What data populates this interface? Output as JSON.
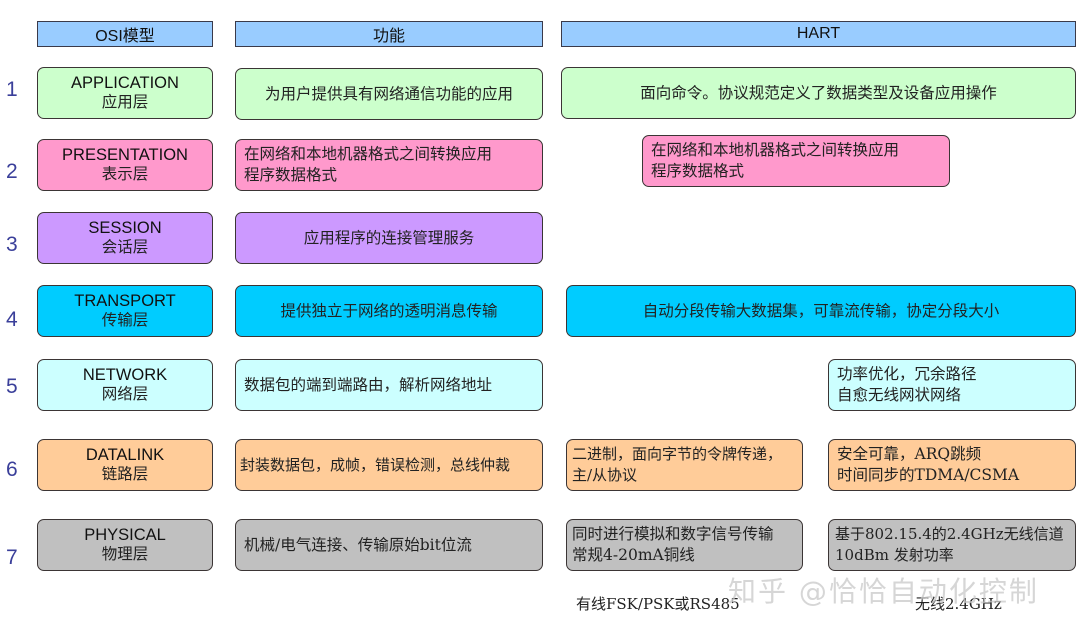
{
  "headers": {
    "osi": "OSI模型",
    "function": "功能",
    "hart": "HART"
  },
  "colors": {
    "header": "#99ccff",
    "application": "#ccffcc",
    "presentation": "#ff99cc",
    "session": "#cc99ff",
    "transport": "#00ccff",
    "network": "#ccffff",
    "datalink": "#ffcc99",
    "physical": "#c0c0c0",
    "number": "#3a3f9a",
    "border": "#3b3535"
  },
  "layers": [
    {
      "num": "1",
      "en": "APPLICATION",
      "zh": "应用层",
      "function": "为用户提供具有网络通信功能的应用",
      "hart": [
        "面向命令。协议规范定义了数据类型及设备应用操作"
      ]
    },
    {
      "num": "2",
      "en": "PRESENTATION",
      "zh": "表示层",
      "function": [
        "在网络和本地机器格式之间转换应用",
        "程序数据格式"
      ],
      "hart": [
        "在网络和本地机器格式之间转换应用",
        "程序数据格式"
      ]
    },
    {
      "num": "3",
      "en": "SESSION",
      "zh": "会话层",
      "function": "应用程序的连接管理服务"
    },
    {
      "num": "4",
      "en": "TRANSPORT",
      "zh": "传输层",
      "function": "提供独立于网络的透明消息传输",
      "hart": [
        "自动分段传输大数据集，可靠流传输，协定分段大小"
      ]
    },
    {
      "num": "5",
      "en": "NETWORK",
      "zh": "网络层",
      "function": "数据包的端到端路由，解析网络地址",
      "hart_wireless": [
        "功率优化，冗余路径",
        "自愈无线网状网络"
      ]
    },
    {
      "num": "6",
      "en": "DATALINK",
      "zh": "链路层",
      "function": "封装数据包，成帧，错误检测，总线仲裁",
      "hart_wired": [
        "二进制，面向字节的令牌传递，",
        "主/从协议"
      ],
      "hart_wireless": [
        "安全可靠，ARQ跳频",
        "时间同步的TDMA/CSMA"
      ]
    },
    {
      "num": "7",
      "en": "PHYSICAL",
      "zh": "物理层",
      "function": "机械/电气连接、传输原始bit位流",
      "hart_wired": [
        "同时进行模拟和数字信号传输",
        "常规4-20mA铜线"
      ],
      "hart_wireless": [
        "基于802.15.4的2.4GHz无线信道",
        "10dBm 发射功率"
      ]
    }
  ],
  "footer": {
    "wired": "有线FSK/PSK或RS485",
    "wireless": "无线2.4GHz"
  },
  "watermark": "知乎 @恰恰自动化控制"
}
